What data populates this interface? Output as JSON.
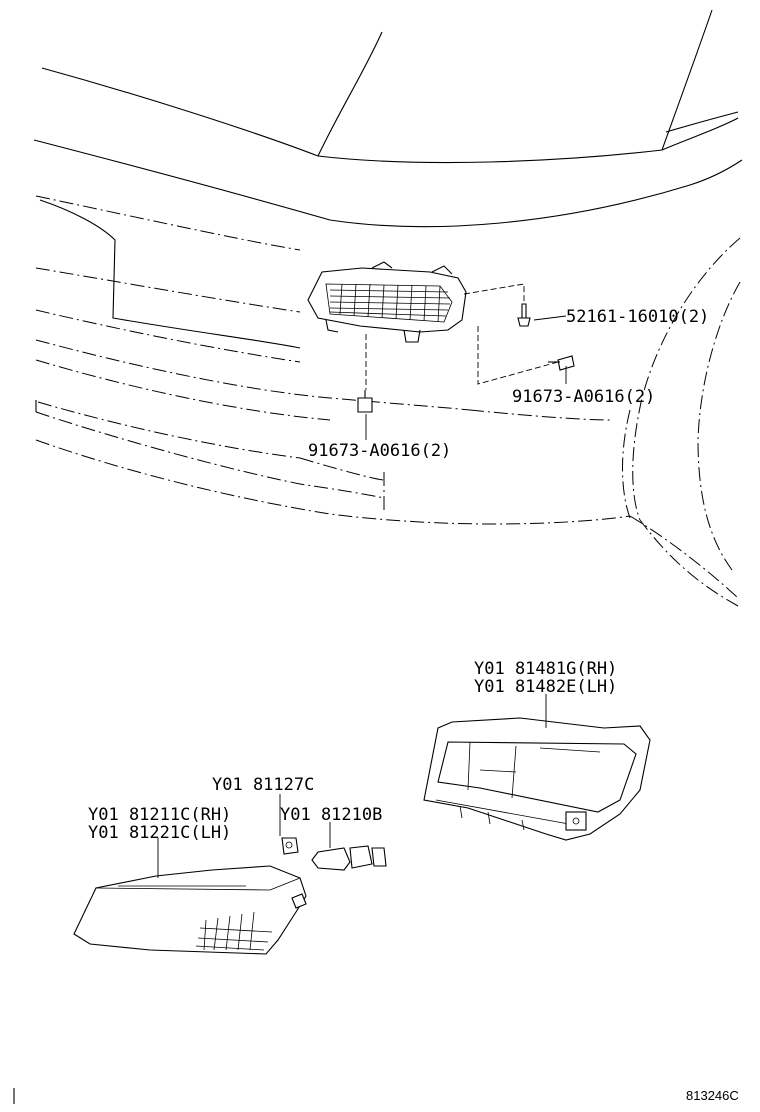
{
  "part_labels": {
    "clip_52161": "52161-16010(2)",
    "screw_right": "91673-A0616(2)",
    "screw_lower": "91673-A0616(2)",
    "frame_rh": "Y01 81481G(RH)",
    "frame_lh": "Y01 81482E(LH)",
    "socket": "Y01 81127C",
    "lamp_rh": "Y01 81211C(RH)",
    "lamp_lh": "Y01 81221C(LH)",
    "bulb": "Y01 81210B"
  },
  "illustration_code": "813246C"
}
